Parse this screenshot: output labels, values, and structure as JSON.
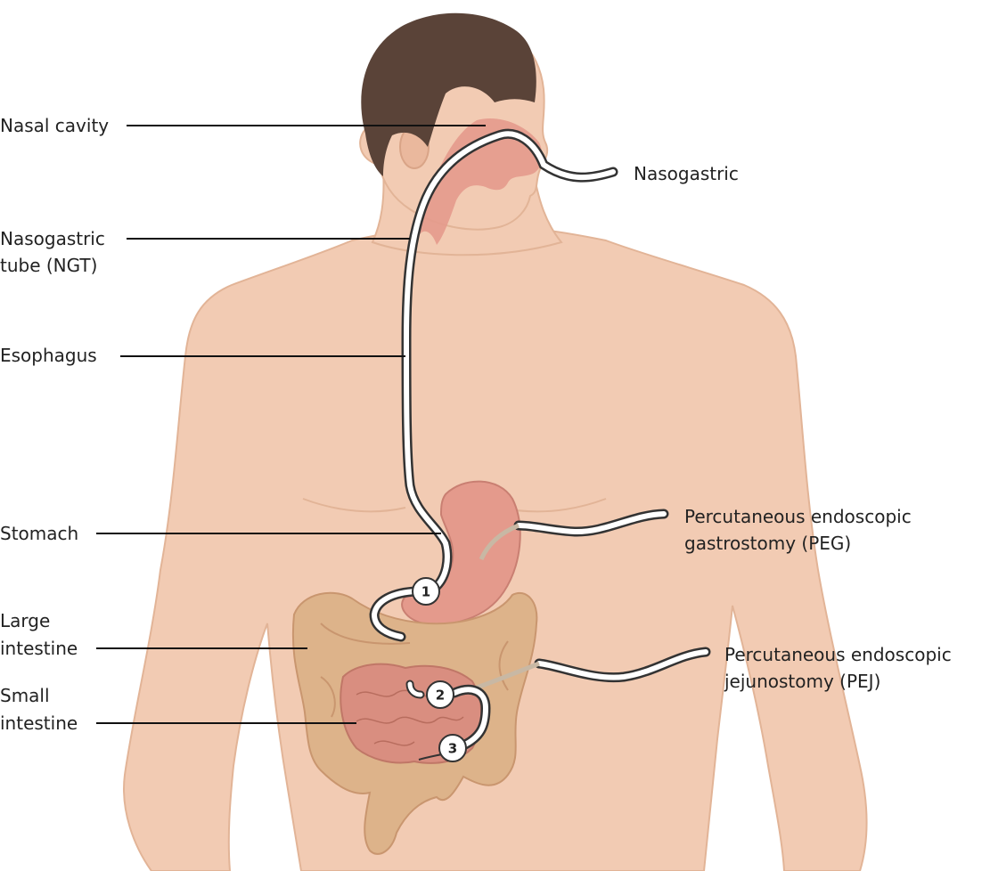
{
  "labels": {
    "nasal_cavity": "Nasal cavity",
    "nasogastric_tube_line1": "Nasogastric",
    "nasogastric_tube_line2": "tube (NGT)",
    "esophagus": "Esophagus",
    "stomach": "Stomach",
    "large_intestine_line1": "Large",
    "large_intestine_line2": "intestine",
    "small_intestine_line1": "Small",
    "small_intestine_line2": "intestine",
    "nasogastric": "Nasogastric",
    "peg_line1": "Percutaneous endoscopic",
    "peg_line2": "gastrostomy (PEG)",
    "pej_line1": "Percutaneous endoscopic",
    "pej_line2": "jejunostomy (PEJ)"
  },
  "markers": {
    "m1": "1",
    "m2": "2",
    "m3": "3"
  },
  "colors": {
    "skin": "#f2cbb3",
    "skin_shadow": "#e6b79c",
    "hair": "#5a4338",
    "organ": "#e49a8c",
    "intestine": "#ddb38a",
    "intestine_shadow": "#c9966f",
    "small_intestine": "#d98e80",
    "tube": "#ffffff",
    "tube_outline": "#333333"
  }
}
